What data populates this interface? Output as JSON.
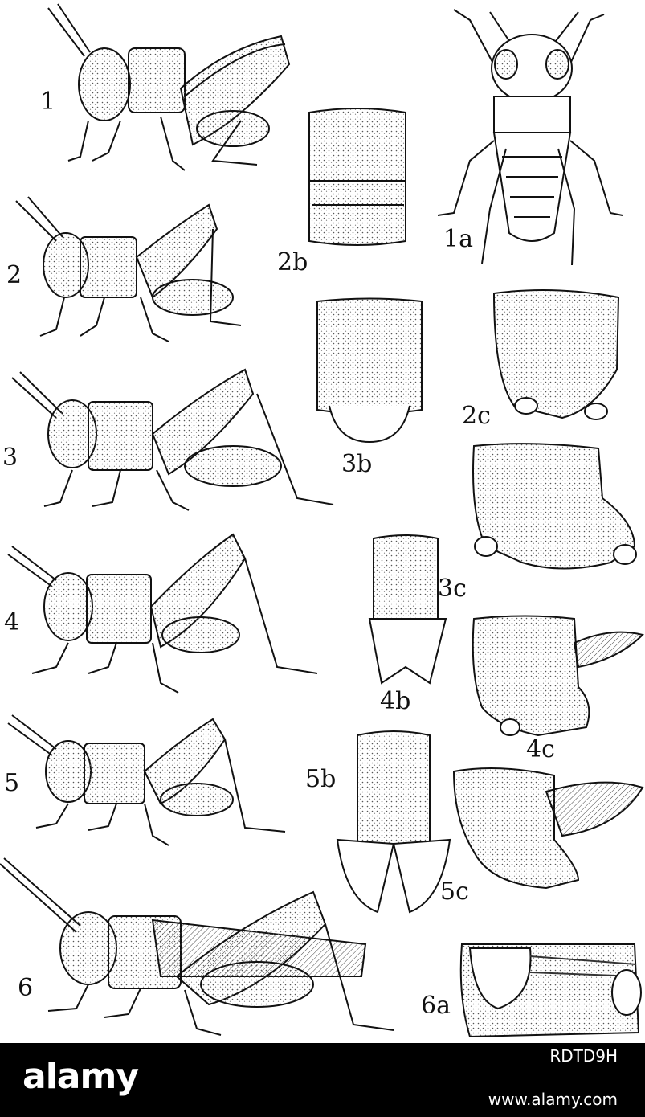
{
  "figure": {
    "labels": {
      "f1": "1",
      "f1a": "1a",
      "f2": "2",
      "f2b": "2b",
      "f2c": "2c",
      "f3": "3",
      "f3b": "3b",
      "f3c": "3c",
      "f4": "4",
      "f4b": "4b",
      "f4c": "4c",
      "f5": "5",
      "f5b": "5b",
      "f5c": "5c",
      "f6": "6",
      "f6a": "6a"
    }
  },
  "watermark": {
    "logo": "alamy",
    "stock_id": "RDTD9H",
    "url": "www.alamy.com"
  }
}
